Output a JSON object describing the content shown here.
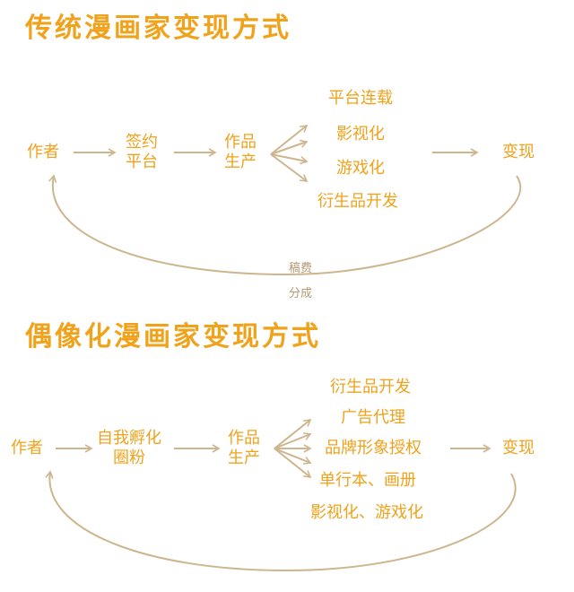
{
  "traditional": {
    "title": "传统漫画家变现方式",
    "author": "作者",
    "sign": [
      "签约",
      "平台"
    ],
    "produce": [
      "作品",
      "生产"
    ],
    "channels": [
      "平台连载",
      "影视化",
      "游戏化",
      "衍生品开发"
    ],
    "monetize": "变现",
    "loop_labels": [
      "稿费",
      "分成"
    ]
  },
  "idol": {
    "title": "偶像化漫画家变现方式",
    "author": "作者",
    "incubate": [
      "自我孵化",
      "圈粉"
    ],
    "produce": [
      "作品",
      "生产"
    ],
    "channels": [
      "衍生品开发",
      "广告代理",
      "品牌形象授权",
      "单行本、画册",
      "影视化、游戏化"
    ],
    "monetize": "变现"
  },
  "colors": {
    "title": "#f0a21b",
    "text": "#f0a21b",
    "lines": "#cdb58e",
    "small_text": "#b49a72"
  }
}
